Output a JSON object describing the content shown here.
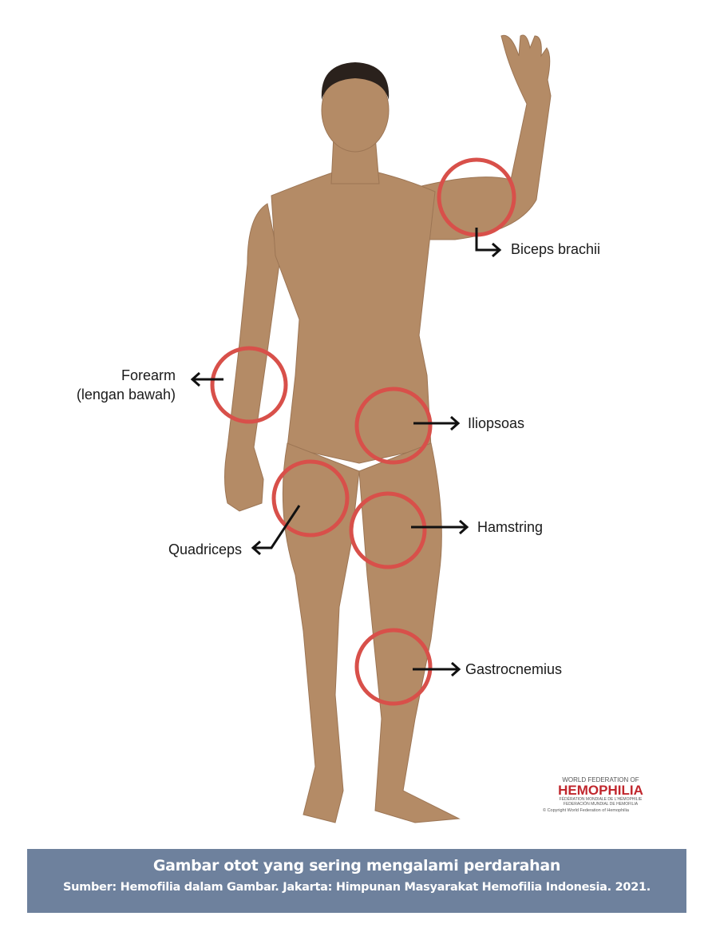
{
  "labels": {
    "biceps": "Biceps brachii",
    "forearm_line1": "Forearm",
    "forearm_line2": "(lengan bawah)",
    "iliopsoas": "Iliopsoas",
    "quadriceps": "Quadriceps",
    "hamstring": "Hamstring",
    "gastrocnemius": "Gastrocnemius"
  },
  "logo": {
    "line1": "WORLD FEDERATION OF",
    "line2": "HEMOPHILIA",
    "line3": "FÉDÉRATION MONDIALE DE L'HÉMOPHILIE",
    "line4": "FEDERACIÓN MUNDIAL DE HEMOFILIA",
    "copyright": "© Copyright World Federation of Hemophilia"
  },
  "caption": {
    "title": "Gambar otot yang sering mengalami perdarahan",
    "source": "Sumber: Hemofilia dalam Gambar. Jakarta: Himpunan Masyarakat Hemofilia Indonesia. 2021."
  },
  "colors": {
    "skin": "#b48b66",
    "circle": "#d8504a",
    "caption_bg": "#6e819d"
  }
}
